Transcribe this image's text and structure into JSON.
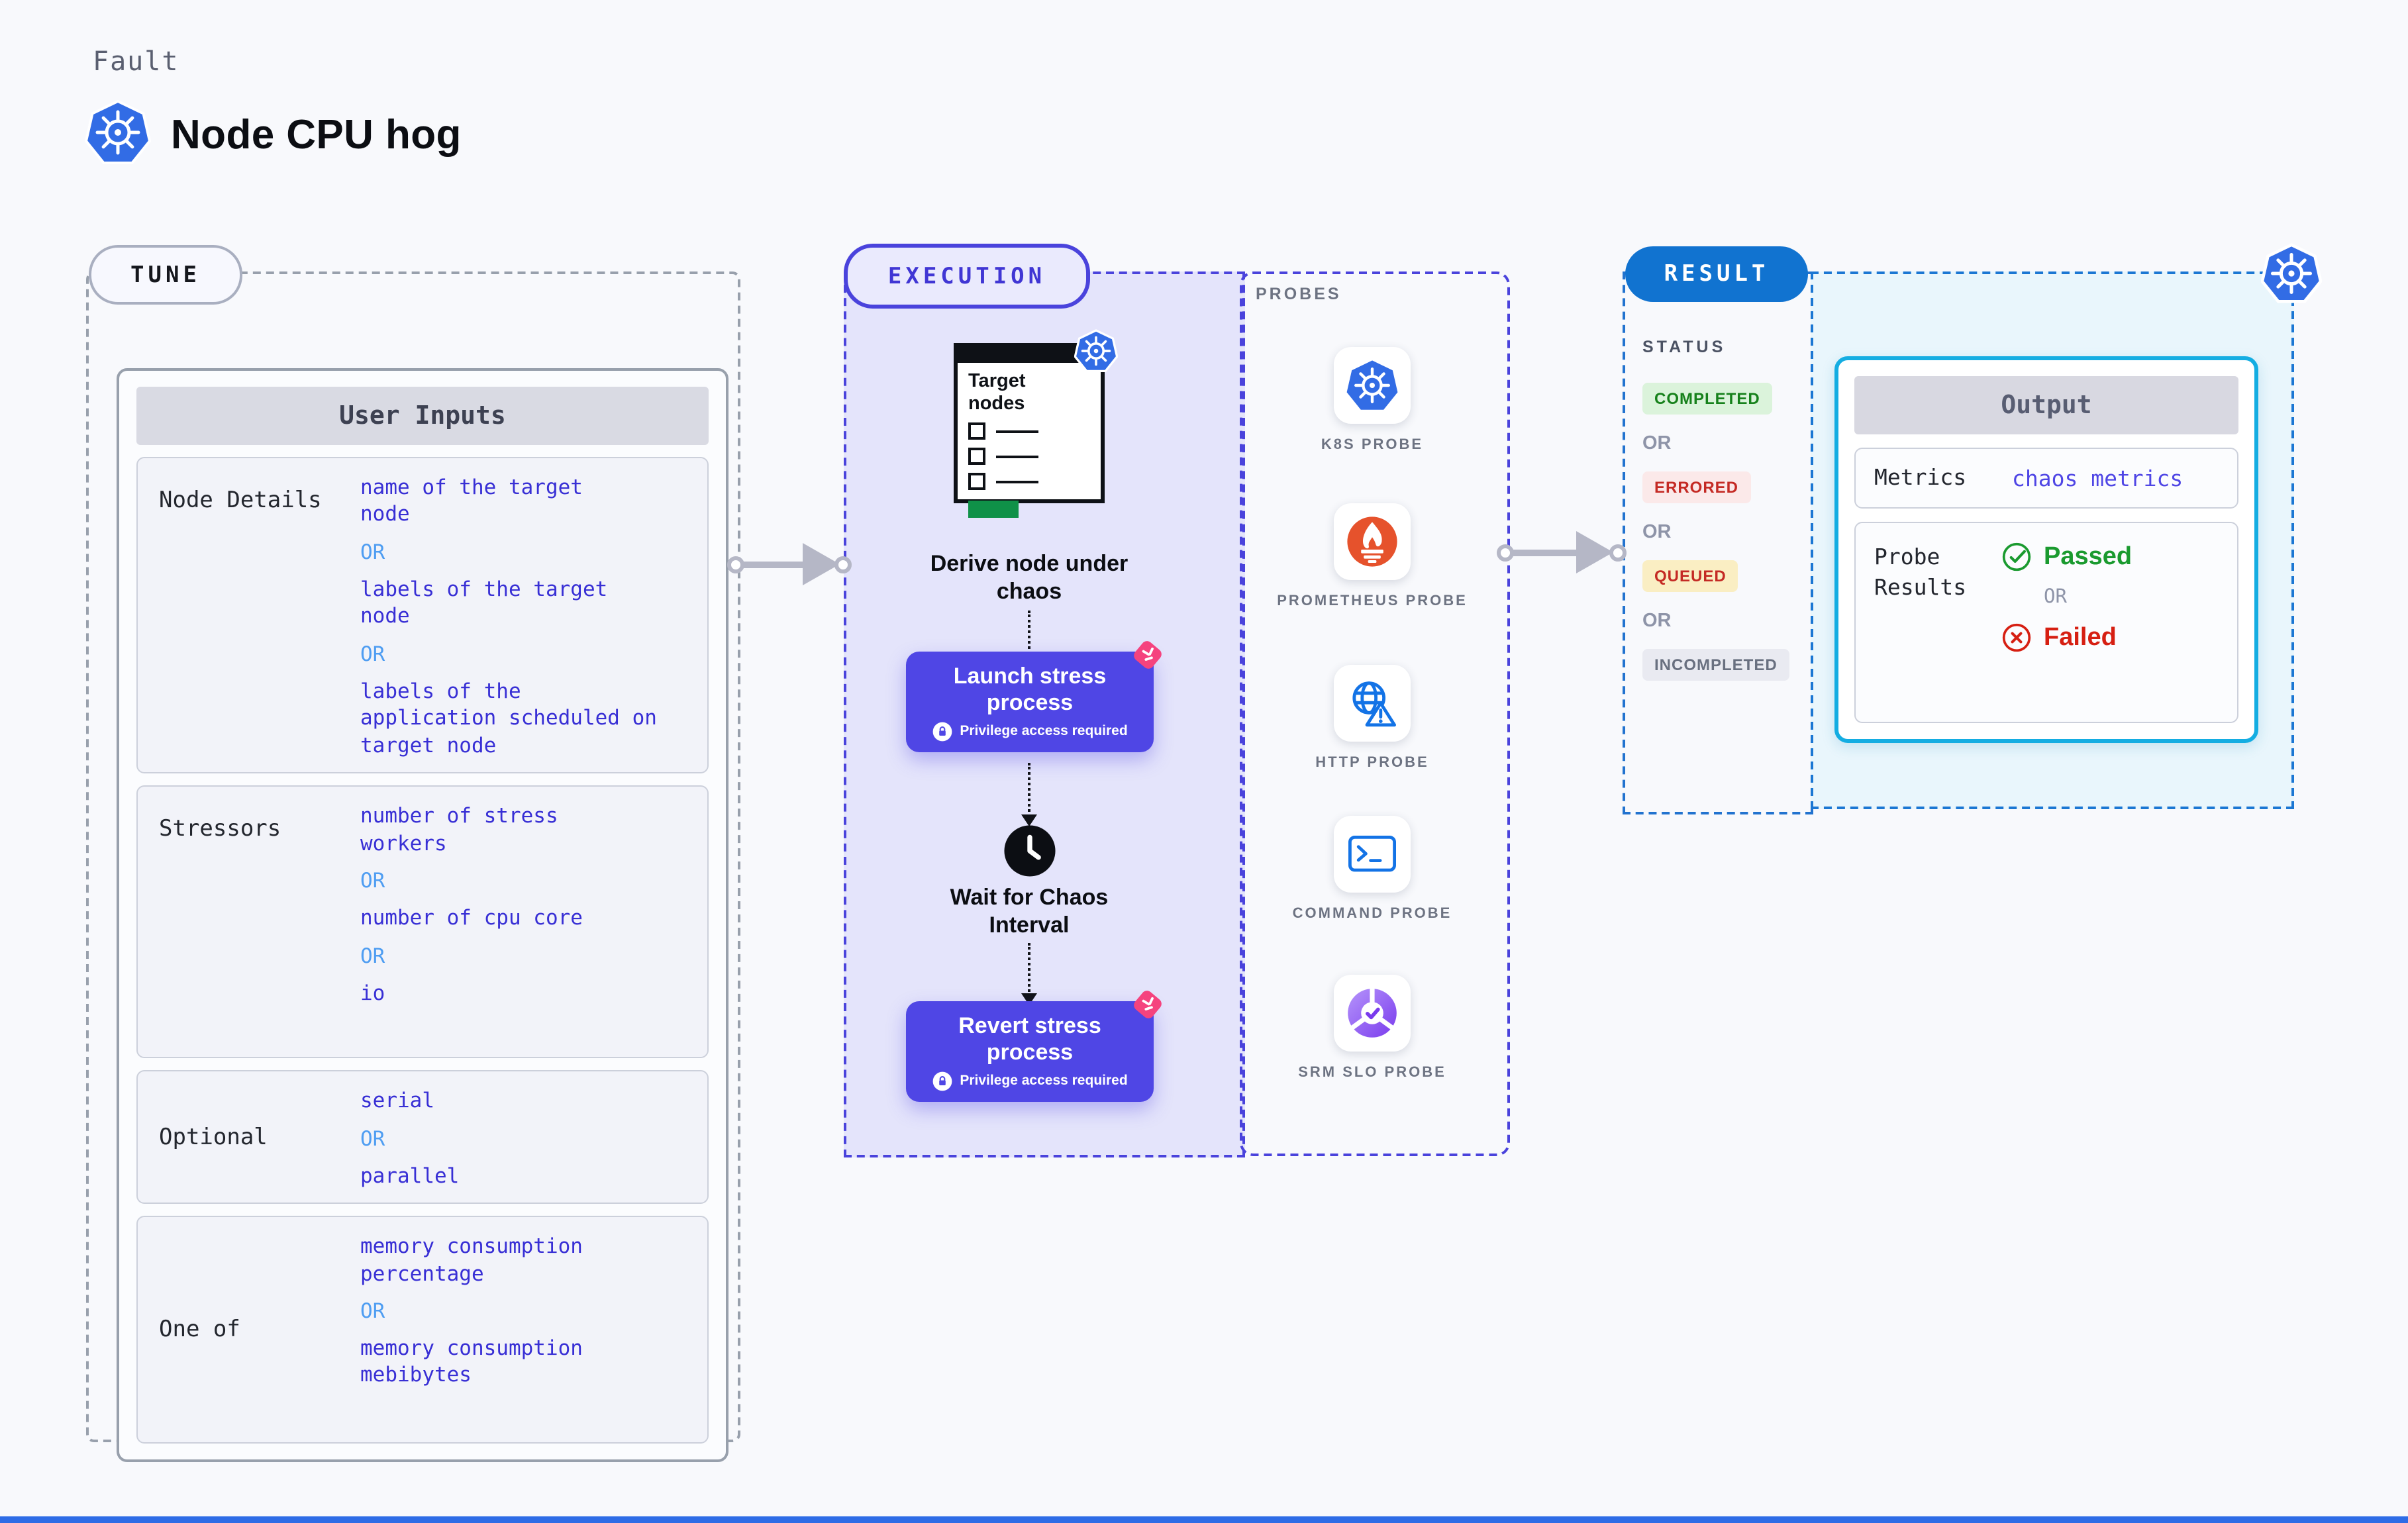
{
  "page": {
    "kicker": "Fault",
    "title": "Node CPU hog"
  },
  "tune": {
    "badge": "TUNE",
    "card_title": "User Inputs",
    "or_label": "OR",
    "rows": [
      {
        "label": "Node Details",
        "options": [
          "name of the target node",
          "labels of the target node",
          "labels of the application scheduled on target node"
        ]
      },
      {
        "label": "Stressors",
        "options": [
          "number of stress workers",
          "number of cpu core",
          "io"
        ]
      },
      {
        "label": "Optional",
        "options": [
          "serial",
          "parallel"
        ]
      },
      {
        "label": "One of",
        "options": [
          "memory consumption percentage",
          "memory consumption mebibytes"
        ]
      }
    ]
  },
  "execution": {
    "badge": "EXECUTION",
    "target_window_title": "Target nodes",
    "derive_label": "Derive node under chaos",
    "launch_label": "Launch stress process",
    "wait_label": "Wait for Chaos Interval",
    "revert_label": "Revert stress process",
    "privilege_label": "Privilege access required"
  },
  "probes": {
    "title": "PROBES",
    "items": [
      {
        "label": "K8S PROBE",
        "icon": "kubernetes-icon"
      },
      {
        "label": "PROMETHEUS PROBE",
        "icon": "prometheus-icon"
      },
      {
        "label": "HTTP PROBE",
        "icon": "globe-warning-icon"
      },
      {
        "label": "COMMAND PROBE",
        "icon": "terminal-icon"
      },
      {
        "label": "SRM SLO PROBE",
        "icon": "slo-check-icon"
      }
    ]
  },
  "result": {
    "badge": "RESULT",
    "status_title": "STATUS",
    "or_label": "OR",
    "statuses": [
      {
        "label": "COMPLETED",
        "type": "completed"
      },
      {
        "label": "ERRORED",
        "type": "errored"
      },
      {
        "label": "QUEUED",
        "type": "queued"
      },
      {
        "label": "INCOMPLETED",
        "type": "incompleted"
      }
    ],
    "output": {
      "title": "Output",
      "metrics_label": "Metrics",
      "metrics_value": "chaos metrics",
      "probe_results_label": "Probe Results",
      "passed_label": "Passed",
      "failed_label": "Failed",
      "or_label": "OR"
    }
  },
  "colors": {
    "accent_indigo": "#4f46e5",
    "exec_panel": "#e4e4fb",
    "result_blue": "#1173d0",
    "output_border": "#14ade2",
    "completed_green": "#16811b",
    "errored_red": "#c42a24",
    "queued_yellow_bg": "#faeec3",
    "passed_green": "#1a9a2f",
    "failed_red": "#d61f12",
    "kubernetes_blue": "#326ce5",
    "prometheus_orange": "#e6522c",
    "pink_accent": "#f5437e"
  }
}
